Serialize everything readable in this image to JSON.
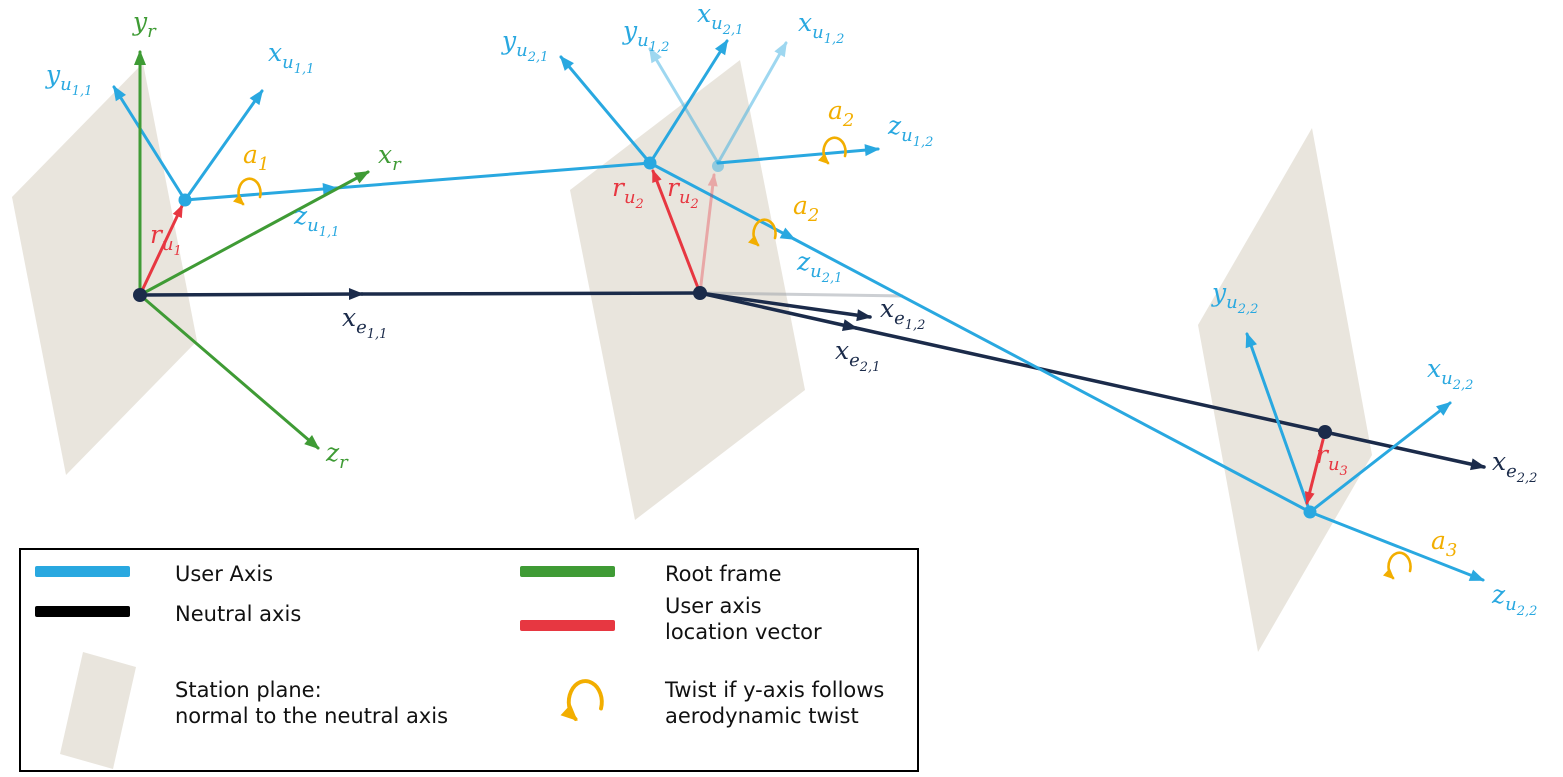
{
  "colors": {
    "user_axis": "#29a8e0",
    "neutral_axis": "#1b2b4a",
    "root_frame": "#3f9b35",
    "location_vector": "#e73741",
    "twist": "#f2ae00",
    "station_plane": "#e9e5dd",
    "legend_neutral_swatch": "#000000",
    "background": "#ffffff"
  },
  "legend": {
    "user_axis": "User Axis",
    "neutral_axis": "Neutral axis",
    "station_plane_line1": "Station plane:",
    "station_plane_line2": "normal to the neutral axis",
    "root_frame": "Root frame",
    "location_vector_line1": "User axis",
    "location_vector_line2": "location vector",
    "twist_line1": "Twist if y-axis follows",
    "twist_line2": "aerodynamic twist"
  },
  "labels": {
    "y_r": {
      "b": "y",
      "s": "r"
    },
    "x_r": {
      "b": "x",
      "s": "r"
    },
    "z_r": {
      "b": "z",
      "s": "r"
    },
    "y_u11": {
      "b": "y",
      "s": "u",
      "ss": "1,1"
    },
    "x_u11": {
      "b": "x",
      "s": "u",
      "ss": "1,1"
    },
    "z_u11": {
      "b": "z",
      "s": "u",
      "ss": "1,1"
    },
    "a_1": {
      "b": "a",
      "s": "1"
    },
    "r_u1": {
      "b": "r",
      "s": "u",
      "ss": "1"
    },
    "x_e11": {
      "b": "x",
      "s": "e",
      "ss": "1,1"
    },
    "y_u21": {
      "b": "y",
      "s": "u",
      "ss": "2,1"
    },
    "y_u12": {
      "b": "y",
      "s": "u",
      "ss": "1,2"
    },
    "x_u21": {
      "b": "x",
      "s": "u",
      "ss": "2,1"
    },
    "x_u12": {
      "b": "x",
      "s": "u",
      "ss": "1,2"
    },
    "z_u12": {
      "b": "z",
      "s": "u",
      "ss": "1,2"
    },
    "z_u21": {
      "b": "z",
      "s": "u",
      "ss": "2,1"
    },
    "a_2": {
      "b": "a",
      "s": "2"
    },
    "r_u2": {
      "b": "r",
      "s": "u",
      "ss": "2"
    },
    "x_e12": {
      "b": "x",
      "s": "e",
      "ss": "1,2"
    },
    "x_e21": {
      "b": "x",
      "s": "e",
      "ss": "2,1"
    },
    "y_u22": {
      "b": "y",
      "s": "u",
      "ss": "2,2"
    },
    "x_u22": {
      "b": "x",
      "s": "u",
      "ss": "2,2"
    },
    "z_u22": {
      "b": "z",
      "s": "u",
      "ss": "2,2"
    },
    "r_u3": {
      "b": "r",
      "s": "u",
      "ss": "3"
    },
    "a_3": {
      "b": "a",
      "s": "3"
    },
    "x_e22": {
      "b": "x",
      "s": "e",
      "ss": "2,2"
    }
  }
}
